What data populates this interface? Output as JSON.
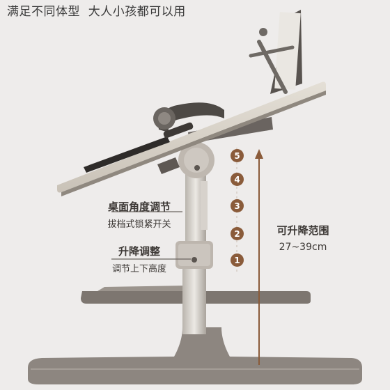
{
  "headline": "满足不同体型  大人小孩都可以用",
  "callouts": {
    "angle": {
      "title": "桌面角度调节",
      "subtitle": "拔档式锁紧开关"
    },
    "height": {
      "title": "升降调整",
      "subtitle": "调节上下高度"
    }
  },
  "range": {
    "title": "可升降范围",
    "value": "27~39cm"
  },
  "steps": [
    "5",
    "4",
    "3",
    "2",
    "1"
  ],
  "colors": {
    "background": "#eeeceb",
    "accent": "#8a5b3a",
    "frame": "#8c857f",
    "desk_top": "#d8d2c8",
    "metal": "#cfcac4"
  },
  "icons": [
    "arrow-up-icon",
    "headphones-icon",
    "phone-icon",
    "book-stand-icon"
  ]
}
